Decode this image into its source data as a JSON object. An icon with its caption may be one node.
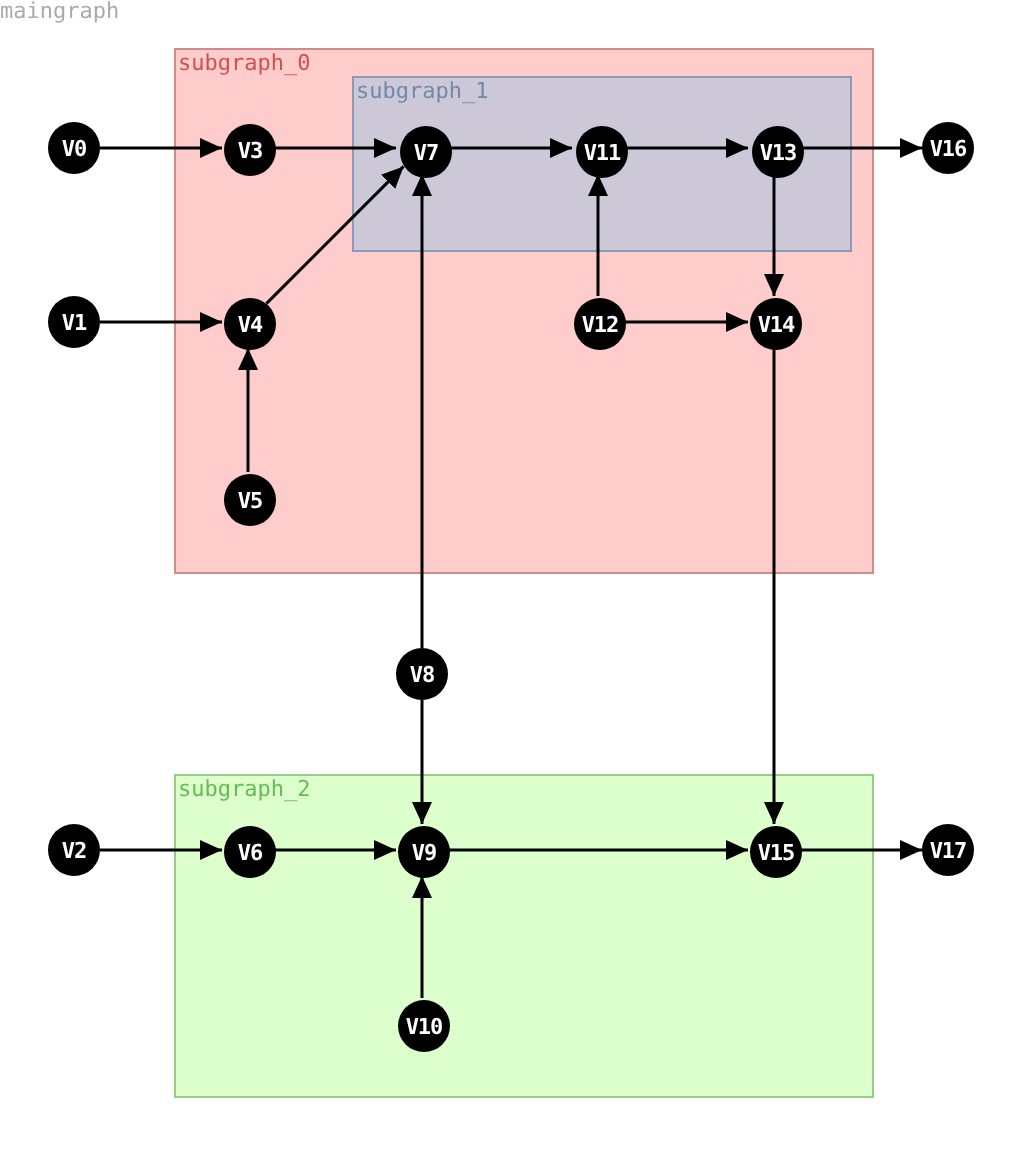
{
  "diagram": {
    "nodes": [
      {
        "text": [
          "subgraph_0"
        ]
      },
      {
        "text": [
          "subgraph_1"
        ],
        "in": 0
      },
      {
        "text": [
          "V0"
        ]
      },
      {
        "text": [
          "V3"
        ],
        "in": 0
      },
      {
        "text": [
          "V7"
        ],
        "in": 1
      },
      {
        "text": [
          "V11"
        ],
        "in": 1
      },
      {
        "text": [
          "V13"
        ],
        "in": 1
      },
      {
        "text": [
          "V16"
        ]
      },
      {
        "text": [
          "V1"
        ]
      },
      {
        "text": [
          "V4"
        ],
        "in": 0
      },
      {
        "text": [
          "V12"
        ],
        "in": 0
      },
      {
        "text": [
          "V14"
        ],
        "in": 0
      },
      {
        "text": [
          "V5"
        ],
        "in": 0
      },
      {
        "text": [
          "V8"
        ]
      },
      {
        "text": [
          "subgraph_2"
        ]
      },
      {
        "text": [
          "V2"
        ]
      },
      {
        "text": [
          "V6"
        ],
        "in": 14
      },
      {
        "text": [
          "V9"
        ],
        "in": 14
      },
      {
        "text": [
          "V15"
        ],
        "in": 14
      },
      {
        "text": [
          "V17"
        ]
      },
      {
        "text": [
          "V10"
        ],
        "in": 14
      }
    ],
    "edges": [
      {
        "from": 2,
        "to": 3,
        "arrow": "to"
      },
      {
        "from": 3,
        "to": 4,
        "arrow": "to"
      },
      {
        "from": 9,
        "to": 4,
        "arrow": "to"
      },
      {
        "from": 13,
        "to": 4,
        "arrow": "to"
      },
      {
        "from": 4,
        "to": 5,
        "arrow": "to"
      },
      {
        "from": 5,
        "to": 6,
        "arrow": "to"
      },
      {
        "from": 6,
        "to": 7,
        "arrow": "to"
      },
      {
        "from": 10,
        "to": 5,
        "arrow": "to"
      },
      {
        "from": 6,
        "to": 11,
        "arrow": "to"
      },
      {
        "from": 10,
        "to": 11,
        "arrow": "to"
      },
      {
        "from": 8,
        "to": 9,
        "arrow": "to"
      },
      {
        "from": 12,
        "to": 9,
        "arrow": "to"
      },
      {
        "from": 11,
        "to": 18,
        "arrow": "to"
      },
      {
        "from": 13,
        "to": 17,
        "arrow": "to"
      },
      {
        "from": 15,
        "to": 16,
        "arrow": "to"
      },
      {
        "from": 16,
        "to": 17,
        "arrow": "to"
      },
      {
        "from": 20,
        "to": 17,
        "arrow": "to"
      },
      {
        "from": 17,
        "to": 18,
        "arrow": "to"
      },
      {
        "from": 18,
        "to": 19,
        "arrow": "to"
      }
    ],
    "labels": [
      "maingraph"
    ]
  }
}
